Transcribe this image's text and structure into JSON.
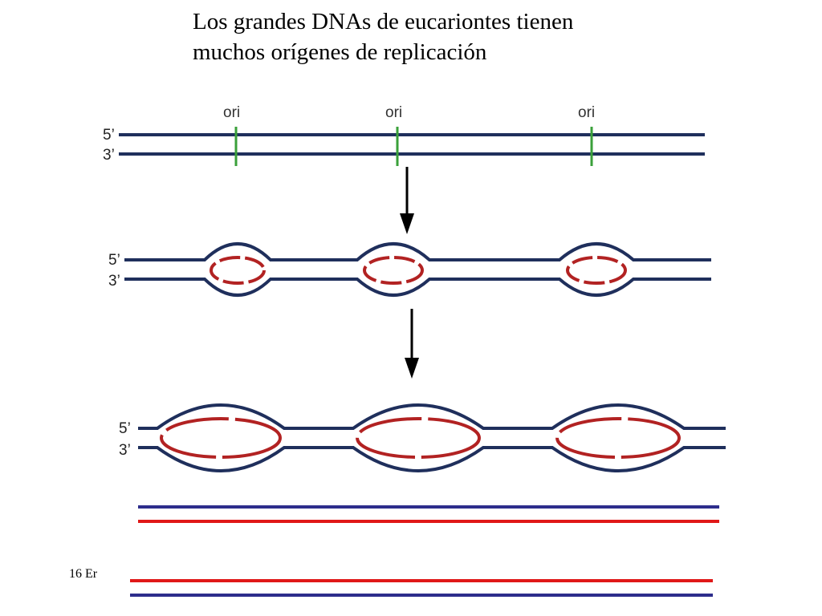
{
  "title": {
    "line1": "Los grandes DNAs de eucariontes tienen",
    "line2": "muchos orígenes de replicación"
  },
  "footer": "16 Er",
  "strand_labels": {
    "top": "5’",
    "bottom": "3’"
  },
  "origin_label": "ori",
  "colors": {
    "parental_strand": "#1f2f5c",
    "new_strand": "#b22222",
    "origin_mark": "#3aa03a",
    "final_blue": "#2d2d8c",
    "final_red": "#e01818"
  }
}
